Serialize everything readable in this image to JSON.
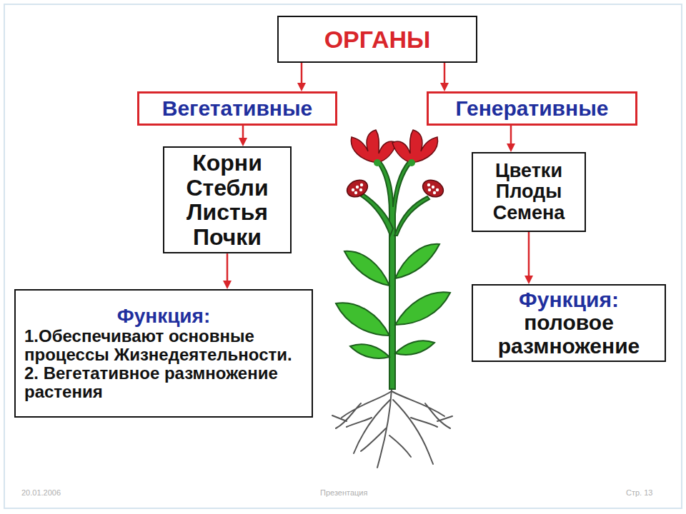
{
  "diagram": {
    "nodes": [
      {
        "text": [
          "ОРГАНЫ"
        ]
      },
      {
        "text": [
          "Вегетативные"
        ]
      },
      {
        "text": [
          "Генеративные"
        ]
      },
      {
        "text": [
          "Корни Стебли Листья Почки"
        ]
      },
      {
        "text": [
          "Цветки Плоды Семена"
        ]
      },
      {
        "text": [
          "Функция:",
          "1.Обеспечивают основные процессы Жизнедеятельности.",
          "2. Вегетативное размножение растения"
        ]
      },
      {
        "text": [
          "Функция:",
          "половое размножение"
        ]
      }
    ],
    "edges": [
      {
        "from": 0,
        "to": 1,
        "arrow": "to"
      },
      {
        "from": 0,
        "to": 2,
        "arrow": "to"
      },
      {
        "from": 1,
        "to": 3,
        "arrow": "to"
      },
      {
        "from": 2,
        "to": 4,
        "arrow": "to"
      },
      {
        "from": 3,
        "to": 5,
        "arrow": "to"
      },
      {
        "from": 4,
        "to": 6,
        "arrow": "to"
      }
    ],
    "labels": [
      "20.01.2006",
      "Презентация",
      "Стр. 13"
    ]
  }
}
